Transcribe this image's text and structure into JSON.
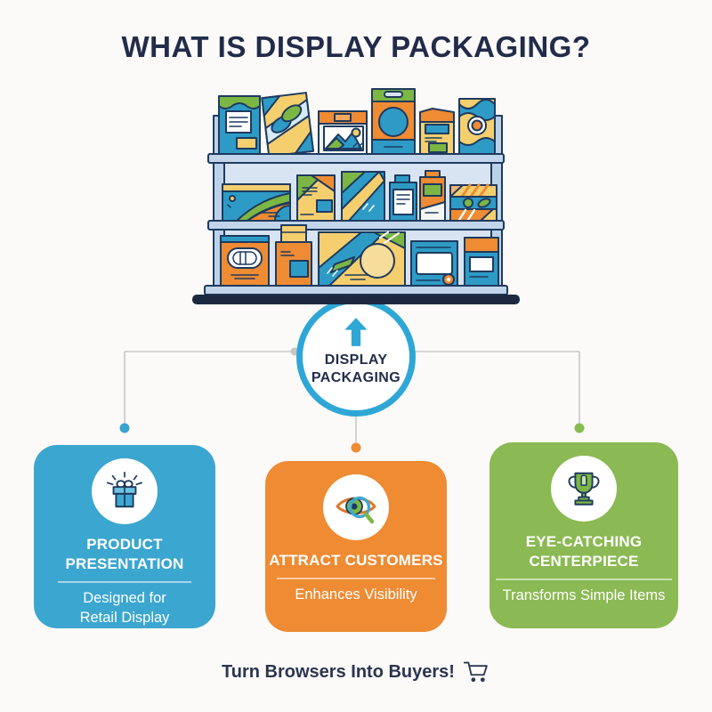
{
  "title": "WHAT IS DISPLAY PACKAGING?",
  "hub": {
    "line1": "DISPLAY",
    "line2": "PACKAGING",
    "icon": "arrow-up-icon"
  },
  "cards": [
    {
      "id": "product-presentation",
      "title": [
        "PRODUCT",
        "PRESENTATION"
      ],
      "subtitle": [
        "Designed for",
        "Retail Display"
      ],
      "color": "#3BA6CF",
      "icon": "gift-icon",
      "dot_color": "#3BA3CF"
    },
    {
      "id": "attract-customers",
      "title": [
        "ATTRACT CUSTOMERS"
      ],
      "subtitle": [
        "Enhances Visibility"
      ],
      "color": "#EE8B33",
      "icon": "eye-magnifier-icon",
      "dot_color": "#EE8B33"
    },
    {
      "id": "eye-catching-centerpiece",
      "title": [
        "EYE-CATCHING",
        "CENTERPIECE"
      ],
      "subtitle": [
        "Transforms Simple Items"
      ],
      "color": "#8BB953",
      "icon": "trophy-icon",
      "dot_color": "#8BBA52"
    }
  ],
  "footer": {
    "text": "Turn Browsers Into Buyers!",
    "icon": "shopping-cart-icon"
  },
  "illustration": {
    "name": "retail-shelf-with-product-boxes"
  },
  "palette": {
    "navy_text": "#222C4A",
    "outline_navy": "#1E3A5F",
    "blue": "#2E9BC6",
    "orange": "#EE8B33",
    "green": "#7CB644",
    "yellow": "#F5CE6E",
    "hub_ring": "#2EA7D6",
    "shelf_board": "#C2D5EB",
    "shelf_interior": "#D8E4F2",
    "shelf_base": "#1C2940",
    "connector_gray": "#C9C9C9",
    "background": "#FBFAF8"
  }
}
